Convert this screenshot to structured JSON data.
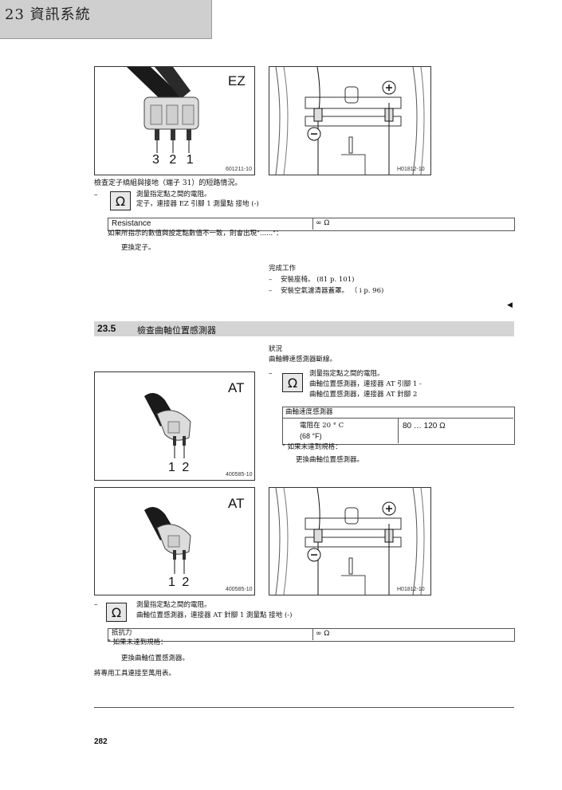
{
  "header": {
    "chapter_title": "23 資訊系統"
  },
  "figures": {
    "fig1": {
      "label": "EZ",
      "pins": "3 2 1",
      "id": "601211-10"
    },
    "fig2": {
      "id": "H01812-10"
    },
    "fig3": {
      "label": "AT",
      "pins": "1 2",
      "id": "400585-10"
    },
    "fig4": {
      "label": "AT",
      "pins": "1 2",
      "id": "400585-10"
    },
    "fig5": {
      "id": "H01812-10"
    }
  },
  "block1": {
    "intro": "檢查定子繞組與接地（端子 31）的短路情況。",
    "dash": "–",
    "omega": "Ω",
    "line1": "測量指定點之間的電阻。",
    "line2": "定子，連接器 EZ 引腳 1 測量點 接地 (-)",
    "table_label": "Resistance",
    "table_value": "∞ Ω",
    "condition": "如果所指示的數值與設定點數值不一致，則會出現\"......\"：",
    "action": "更換定子。"
  },
  "finish": {
    "title": "完成工作",
    "items": [
      {
        "bullet": "–",
        "text": "安裝座椅。  (81 p. 101)"
      },
      {
        "bullet": "–",
        "text": "安裝空氣濾清器蓋罩。  （ i p. 96)"
      }
    ],
    "arrow": "◀"
  },
  "section": {
    "number": "23.5",
    "title": "檢查曲軸位置感測器"
  },
  "block2": {
    "condition_title": "狀況",
    "condition_text": "曲軸轉速感測器斷線。",
    "dash": "–",
    "omega": "Ω",
    "line1": "測量指定點之間的電阻。",
    "line2": "曲軸位置感測器，連接器 AT 引腳 1 -",
    "line3": "曲軸位置感測器，連接器 AT 針腳 2",
    "table_title": "曲軸速度感測器",
    "table_cond": "電阻在  20 ° C",
    "table_cond2": "(68 °F)",
    "table_value": "80 … 120 Ω",
    "condition": "\" 如果未達到規格：",
    "action": "更換曲軸位置感測器。"
  },
  "block3": {
    "dash": "–",
    "omega": "Ω",
    "line1": "測量指定點之間的電阻。",
    "line2": "曲軸位置感測器，連接器 AT 針腳 1 測量點 接地 (-)",
    "table_label": "抵抗力",
    "table_value": "∞ Ω",
    "condition": "\" 如果未達到規格：",
    "action": "更換曲軸位置感測器。",
    "note": "將專用工具連接至萬用表。"
  },
  "footer": {
    "page_number": "282"
  }
}
